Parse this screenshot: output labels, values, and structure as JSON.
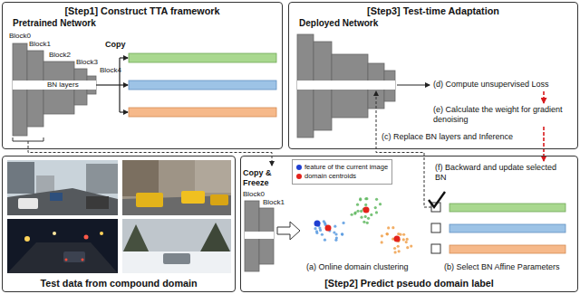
{
  "diagram": {
    "nodes": [
      {
        "text": [
          "[Step1] Construct TTA framework"
        ]
      },
      {
        "text": [
          "[Step3] Test-time Adaptation"
        ]
      },
      {
        "text": [
          "Test data from compound domain"
        ]
      },
      {
        "text": [
          "[Step2] Predict pseudo domain label"
        ]
      }
    ],
    "labels": [
      "Pretrained Network",
      "Block0",
      "Block1",
      "Block2",
      "Block3",
      "Block4",
      "BN layers",
      "Copy",
      "Deployed Network",
      "(d) Compute unsupervised Loss",
      "(e) Calculate the weight for gradient denoising",
      "(c) Replace BN layers and Inference",
      "(f) Backward and update selected BN",
      "Copy & Freeze",
      "Block0",
      "Block1",
      "(a) Online domain clustering",
      "(b) Select BN Affine Parameters"
    ],
    "legend": [
      {
        "text": "feature of the current image",
        "color": "#1f3fd1"
      },
      {
        "text": "domain centroids",
        "color": "#e3221b"
      }
    ]
  }
}
